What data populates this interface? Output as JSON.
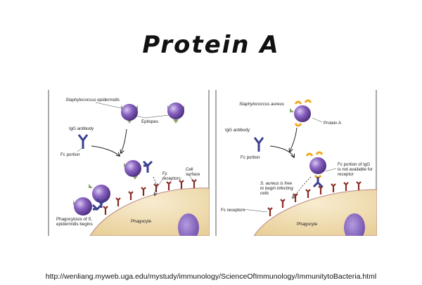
{
  "title": "Protein A",
  "source_url": "http://wenliang.myweb.uga.edu/mystudy/immunology/ScienceOfImmunology/ImmunitytoBacteria.html",
  "colors": {
    "bacterium": "#8a63c2",
    "antibody": "#3b3f8f",
    "receptor": "#8a2a24",
    "cell": "#f1dfb3",
    "nucleus": "#8b6bc8",
    "protein_a": "#f0a81e",
    "epitope": "#8aa86a"
  },
  "left_panel": {
    "staph_label": "Staphylococcus epidermidis",
    "epitopes_label": "Epitopes",
    "igg_label": "IgG antibody",
    "fc_portion_label": "Fc portion",
    "fc_receptors_label": "Fc receptors",
    "cell_surface_label": "Cell surface",
    "phagocytosis_label": "Phagocytosis of S. epidermidis begins",
    "phagocyte_label": "Phagocyte"
  },
  "right_panel": {
    "staph_label": "Staphylococcus aureus",
    "protein_a_label": "Protein A",
    "igg_label": "IgG antibody",
    "fc_portion_label": "Fc portion",
    "fc_not_available_label": "Fc portion of IgG is not available for receptor",
    "free_label": "S. aureus is free to begin infecting cells",
    "fc_receptors_label": "Fc receptors",
    "phagocyte_label": "Phagocyte"
  }
}
